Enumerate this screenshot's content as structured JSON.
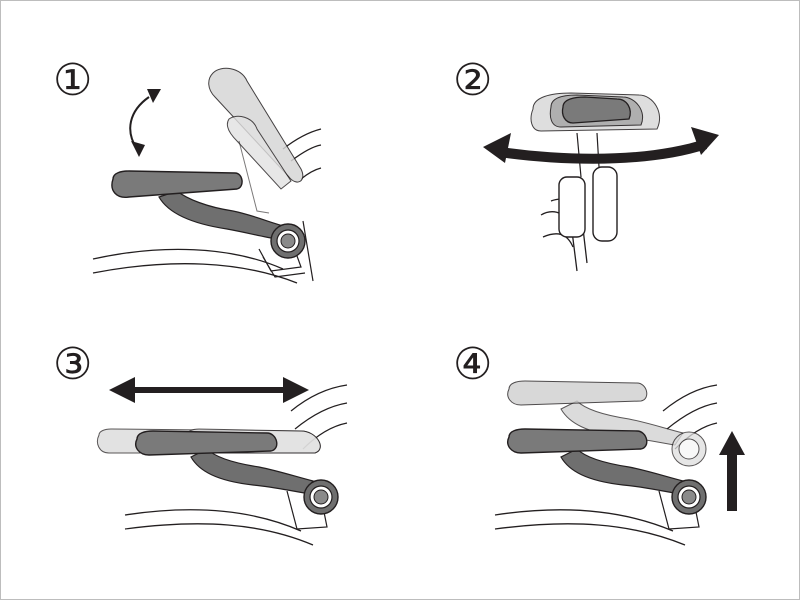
{
  "steps": [
    {
      "label": "①",
      "action": "tilt-armpad"
    },
    {
      "label": "②",
      "action": "rotate-armpad"
    },
    {
      "label": "③",
      "action": "slide-armpad"
    },
    {
      "label": "④",
      "action": "raise-armrest"
    }
  ],
  "colors": {
    "line": "#231f20",
    "pad_dark": "#808080",
    "pad_ghost": "#c8c8c8",
    "arrow": "#231f20"
  },
  "icons": [
    "curved-double-arrow-icon",
    "wide-curved-double-arrow-icon",
    "horizontal-double-arrow-icon",
    "up-arrow-icon"
  ]
}
